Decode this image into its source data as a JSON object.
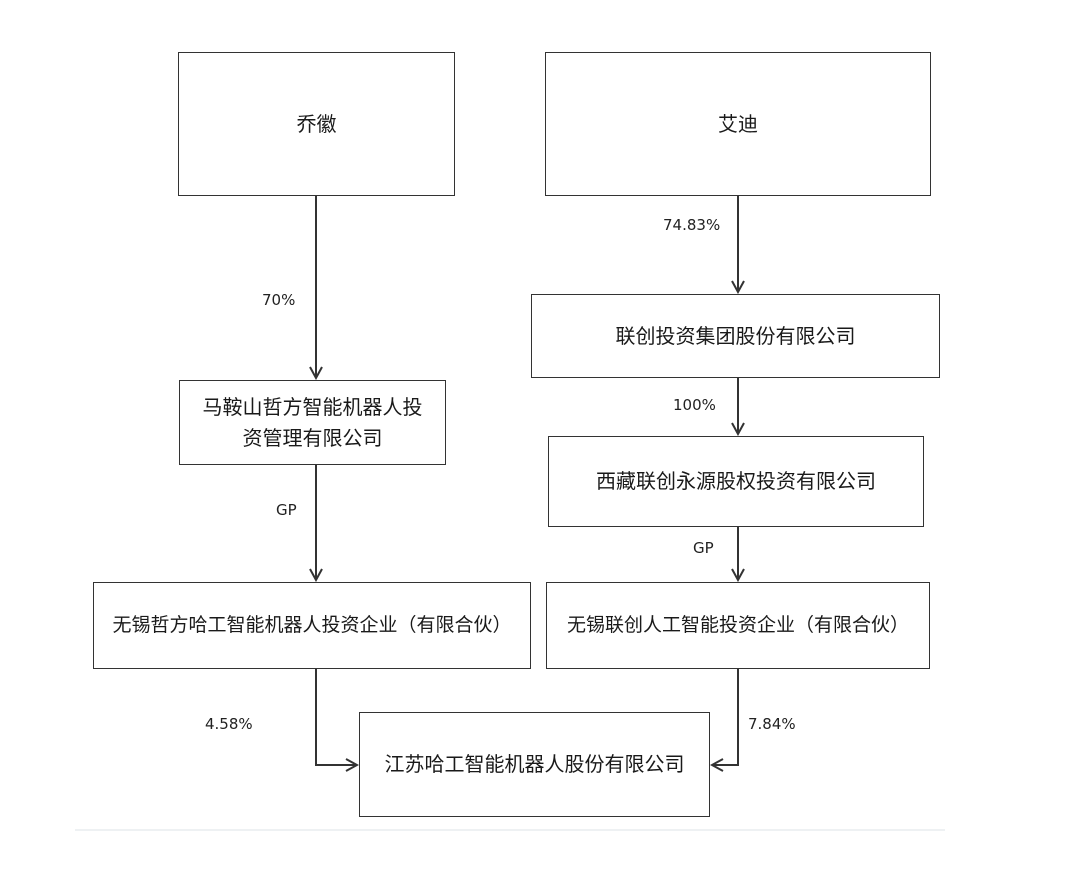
{
  "nodes": {
    "qiao_hui": "乔徽",
    "ai_di": "艾迪",
    "lianchuang_group": "联创投资集团股份有限公司",
    "maanshan_line1": "马鞍山哲方智能机器人投",
    "maanshan_line2": "资管理有限公司",
    "xizang": "西藏联创永源股权投资有限公司",
    "wuxi_zhefang": "无锡哲方哈工智能机器人投资企业（有限合伙）",
    "wuxi_lianchuang": "无锡联创人工智能投资企业（有限合伙）",
    "jiangsu_hagong": "江苏哈工智能机器人股份有限公司"
  },
  "edges": {
    "qiao_to_maanshan": "70%",
    "aidi_to_group": "74.83%",
    "group_to_xizang": "100%",
    "maanshan_to_wuxi": "GP",
    "xizang_to_wuxi": "GP",
    "wuxi_zhefang_to_jiangsu": "4.58%",
    "wuxi_lianchuang_to_jiangsu": "7.84%"
  }
}
